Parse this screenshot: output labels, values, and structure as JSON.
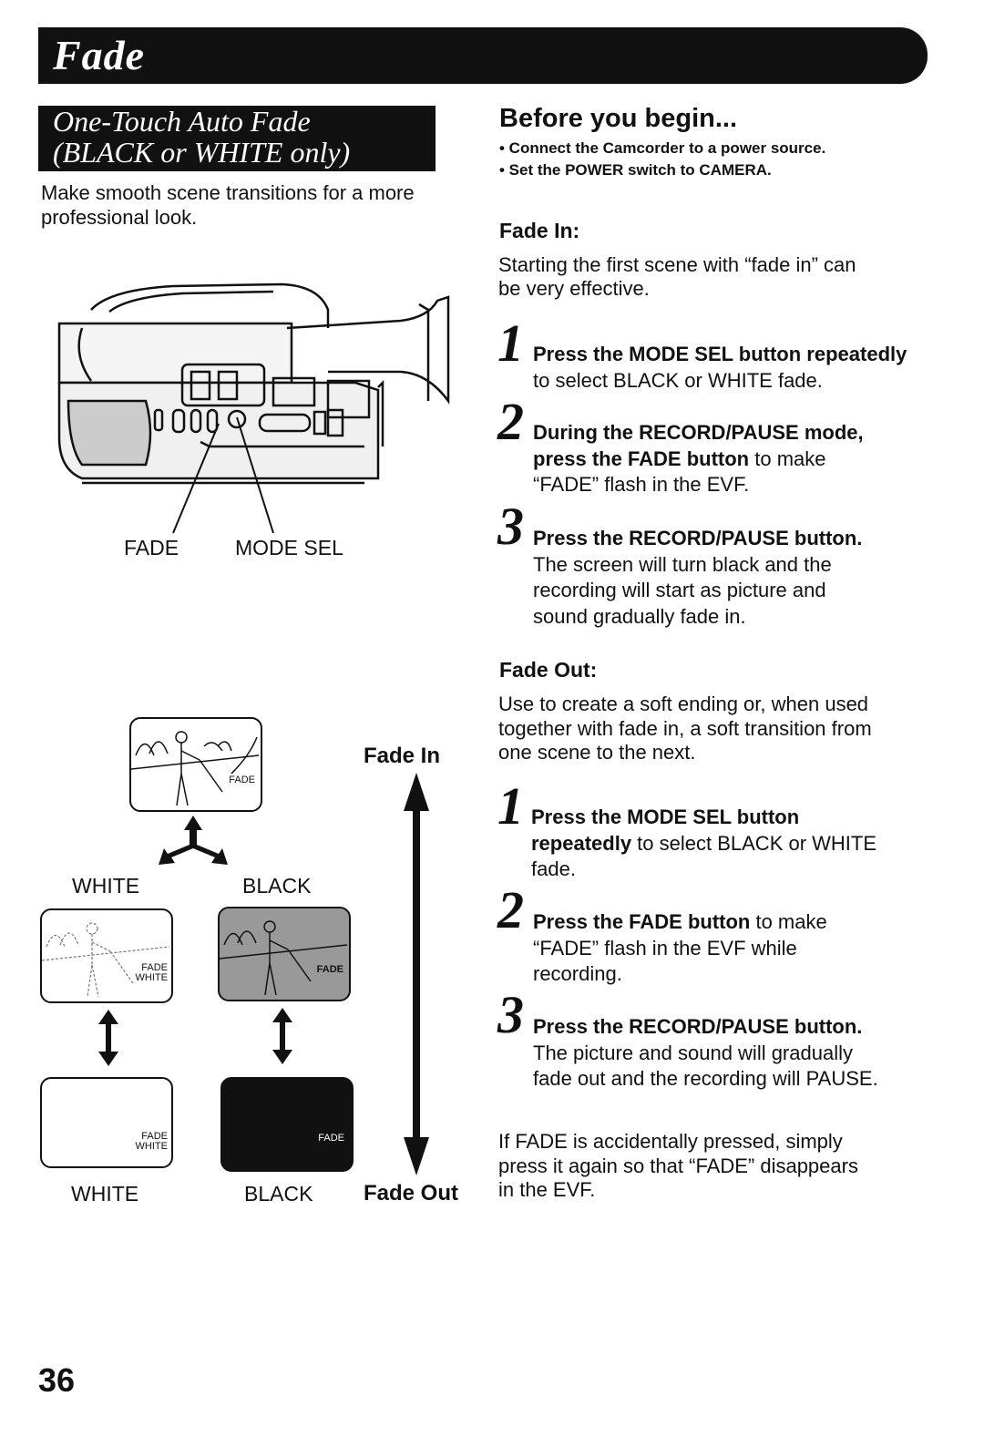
{
  "page_title": "Fade",
  "section": {
    "title_line1": "One-Touch Auto Fade",
    "title_line2": "(BLACK or WHITE only)",
    "intro_line1": "Make smooth scene transitions for a more",
    "intro_line2": "professional look."
  },
  "camera_labels": {
    "fade": "FADE",
    "mode_sel": "MODE SEL"
  },
  "diagram": {
    "fade_in": "Fade In",
    "fade_out": "Fade Out",
    "white": "WHITE",
    "black": "BLACK",
    "screen_fade": "FADE",
    "screen_fade_white_1": "FADE",
    "screen_fade_white_2": "WHITE"
  },
  "before": {
    "heading": "Before you begin...",
    "bullet1": "• Connect the Camcorder to a power source.",
    "bullet2": "• Set the POWER switch to CAMERA."
  },
  "fade_in": {
    "heading": "Fade In:",
    "desc_line1": "Starting the first scene with “fade in” can",
    "desc_line2": "be very effective.",
    "step1_num": "1",
    "step1_bold": "Press the MODE SEL button repeatedly",
    "step1_line2": "to select BLACK or WHITE fade.",
    "step2_num": "2",
    "step2_bold1": "During the RECORD/PAUSE mode,",
    "step2_bold2": "press the FADE button",
    "step2_rest2": " to make",
    "step2_line3": "“FADE” flash in the EVF.",
    "step3_num": "3",
    "step3_bold": "Press the RECORD/PAUSE button.",
    "step3_line2": "The screen will turn black and the",
    "step3_line3": "recording will start as picture and",
    "step3_line4": "sound gradually fade in."
  },
  "fade_out": {
    "heading": "Fade Out:",
    "desc_line1": "Use to create a soft ending or, when used",
    "desc_line2": "together with fade in, a soft transition from",
    "desc_line3": "one scene to the next.",
    "step1_num": "1",
    "step1_bold1": "Press the MODE SEL button",
    "step1_bold2": "repeatedly",
    "step1_rest2": " to select BLACK or WHITE",
    "step1_line3": "fade.",
    "step2_num": "2",
    "step2_bold": "Press the FADE button",
    "step2_rest": " to make",
    "step2_line2": "“FADE” flash in the EVF while",
    "step2_line3": "recording.",
    "step3_num": "3",
    "step3_bold": "Press the RECORD/PAUSE button.",
    "step3_line2": "The picture and sound will gradually",
    "step3_line3": "fade out and the recording will PAUSE."
  },
  "note": {
    "line1": "If FADE is accidentally pressed, simply",
    "line2": "press it again so that “FADE” disappears",
    "line3": "in the EVF."
  },
  "page_number": "36"
}
